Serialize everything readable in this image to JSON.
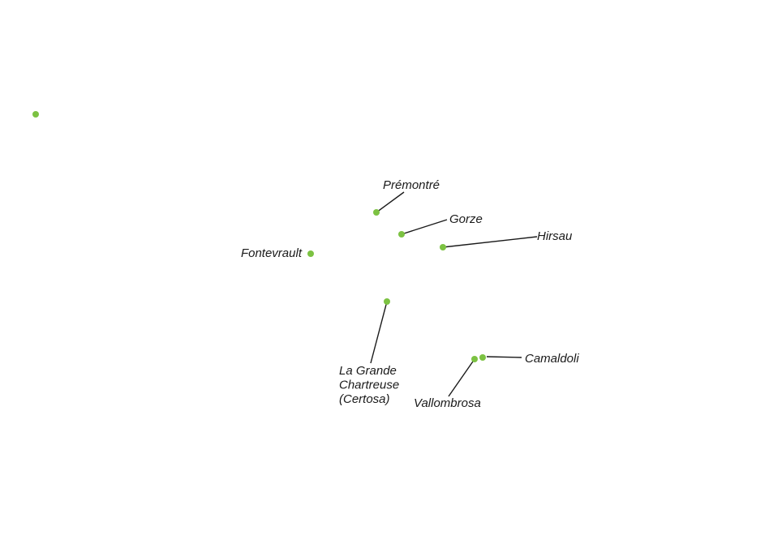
{
  "map": {
    "marker_color": "#7cc242",
    "sites": [
      {
        "id": "unlabeled",
        "lines": []
      },
      {
        "id": "premontre",
        "lines": [
          "Prémontré"
        ]
      },
      {
        "id": "gorze",
        "lines": [
          "Gorze"
        ]
      },
      {
        "id": "hirsau",
        "lines": [
          "Hirsau"
        ]
      },
      {
        "id": "fontevrault",
        "lines": [
          "Fontevrault"
        ]
      },
      {
        "id": "la-grande-chartreuse",
        "lines": [
          "La Grande",
          "Chartreuse",
          "(Certosa)"
        ]
      },
      {
        "id": "camaldoli",
        "lines": [
          "Camaldoli"
        ]
      },
      {
        "id": "vallombrosa",
        "lines": [
          "Vallombrosa"
        ]
      }
    ]
  }
}
